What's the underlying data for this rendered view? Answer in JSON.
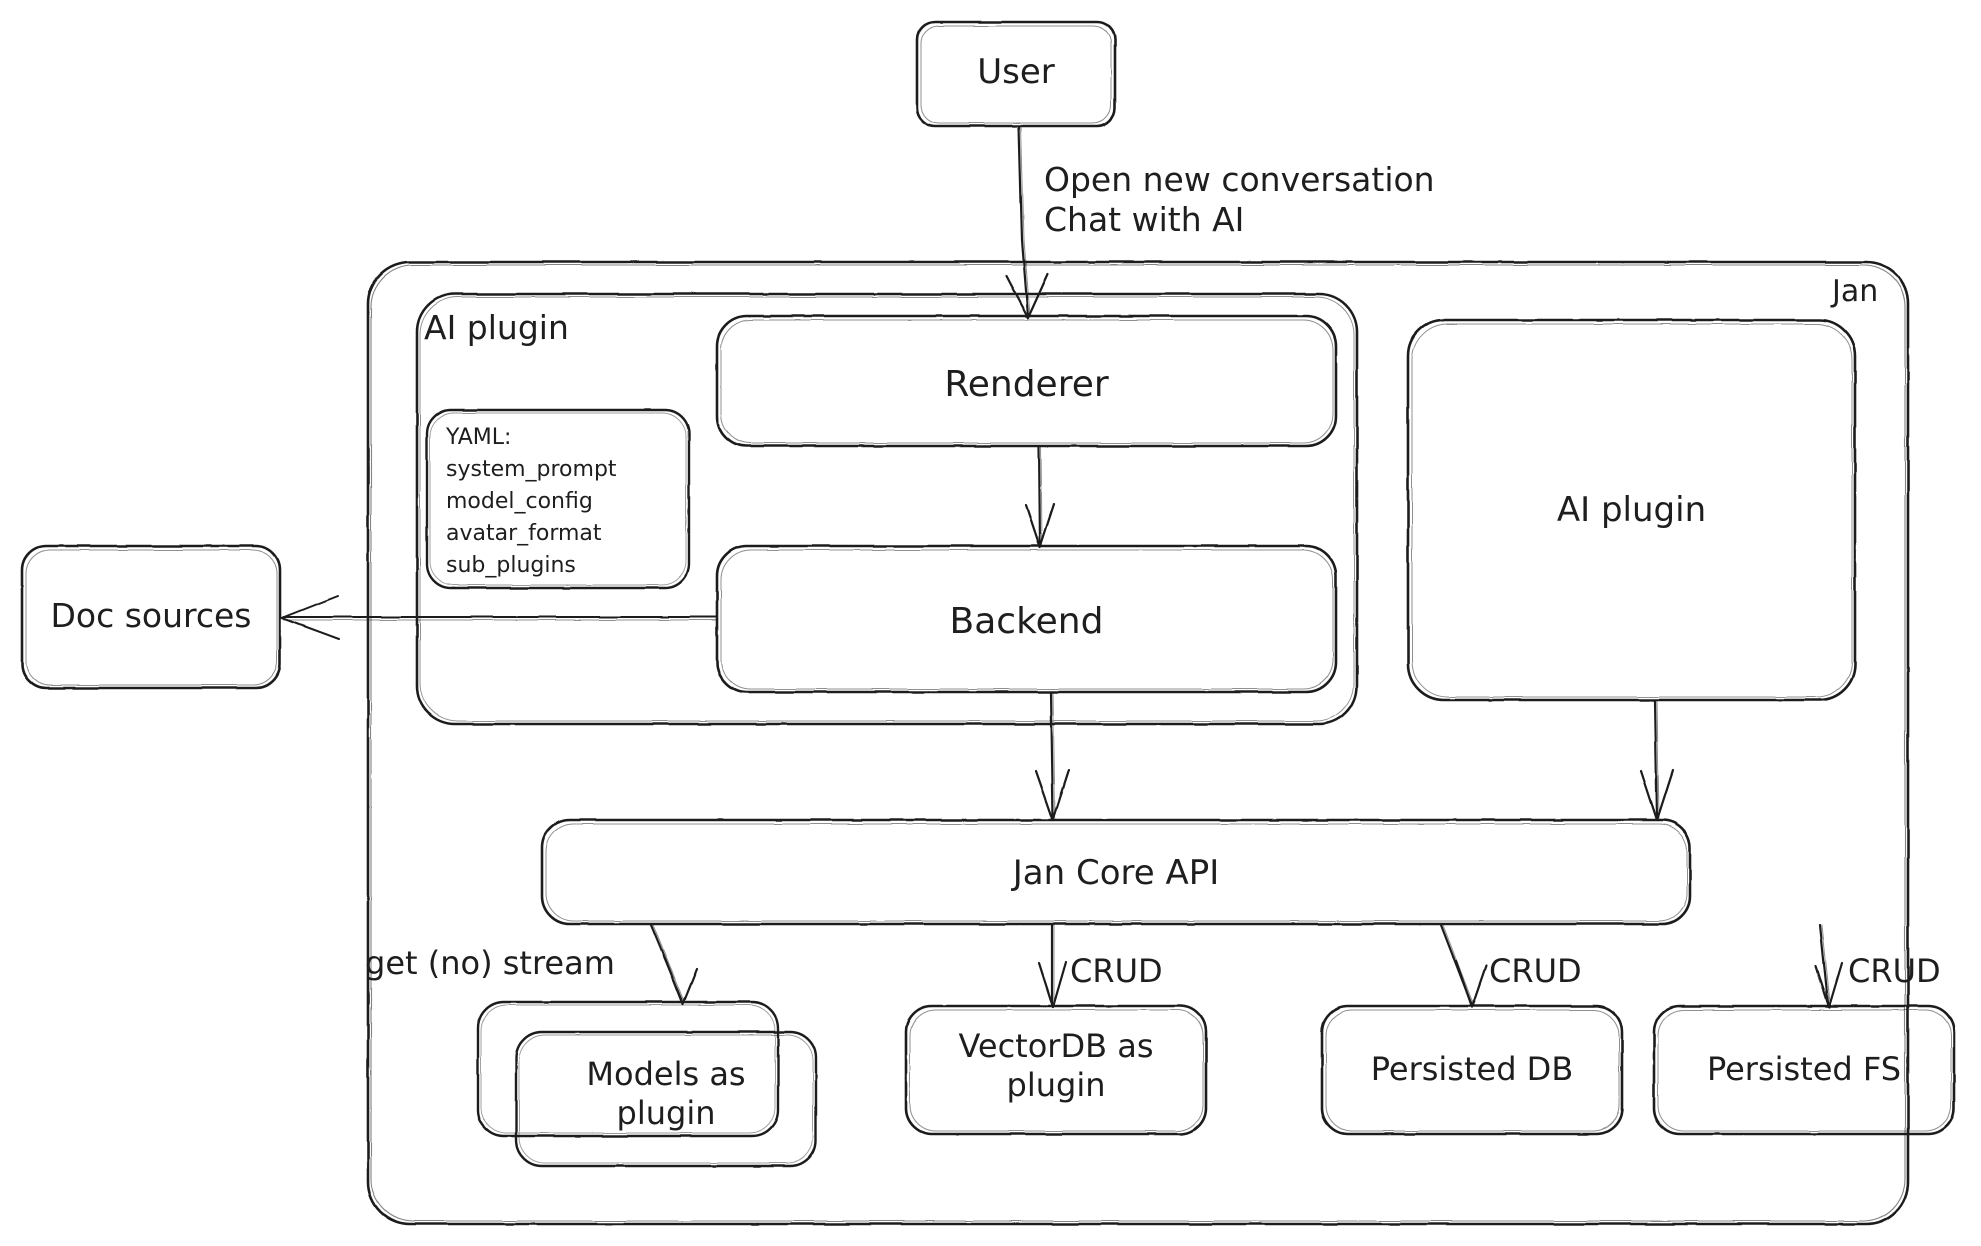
{
  "diagram": {
    "title": "Jan architecture diagram",
    "style": "hand-drawn sketch",
    "stroke_color": "#1e1e1e",
    "background_color": "#ffffff",
    "fill_color": "transparent"
  },
  "groups": [
    {
      "id": "jan",
      "label": "Jan",
      "label_position": "top-right"
    },
    {
      "id": "ai-plugin-group",
      "label": "AI plugin",
      "label_position": "top-left"
    }
  ],
  "nodes": [
    {
      "id": "user",
      "label": "User"
    },
    {
      "id": "renderer",
      "label": "Renderer"
    },
    {
      "id": "backend",
      "label": "Backend"
    },
    {
      "id": "yaml",
      "label": "YAML:\nsystem_prompt\nmodel_config\navatar_format\nsub_plugins"
    },
    {
      "id": "ai-plugin-box",
      "label": "AI plugin"
    },
    {
      "id": "doc-sources",
      "label": "Doc sources"
    },
    {
      "id": "jan-core-api",
      "label": "Jan Core API"
    },
    {
      "id": "models-as-plugin",
      "label": "Models as\nplugin"
    },
    {
      "id": "vectordb-as-plugin",
      "label": "VectorDB as\nplugin"
    },
    {
      "id": "persisted-db",
      "label": "Persisted DB"
    },
    {
      "id": "persisted-fs",
      "label": "Persisted FS"
    }
  ],
  "edges": [
    {
      "from": "user",
      "to": "renderer",
      "label": "Open new conversation\nChat with AI"
    },
    {
      "from": "renderer",
      "to": "backend",
      "label": ""
    },
    {
      "from": "backend",
      "to": "doc-sources",
      "label": ""
    },
    {
      "from": "backend",
      "to": "jan-core-api",
      "label": ""
    },
    {
      "from": "ai-plugin-box",
      "to": "jan-core-api",
      "label": ""
    },
    {
      "from": "jan-core-api",
      "to": "models-as-plugin",
      "label": "get (no) stream"
    },
    {
      "from": "jan-core-api",
      "to": "vectordb-as-plugin",
      "label": "CRUD"
    },
    {
      "from": "jan-core-api",
      "to": "persisted-db",
      "label": "CRUD"
    },
    {
      "from": "jan-core-api",
      "to": "persisted-fs",
      "label": "CRUD"
    }
  ],
  "labels": {
    "user": "User",
    "jan": "Jan",
    "ai_plugin_group": "AI plugin",
    "renderer": "Renderer",
    "backend": "Backend",
    "ai_plugin_box": "AI plugin",
    "doc_sources": "Doc sources",
    "jan_core_api": "Jan Core API",
    "models_as_plugin": "Models as\nplugin",
    "vectordb_as_plugin": "VectorDB as\nplugin",
    "persisted_db": "Persisted DB",
    "persisted_fs": "Persisted FS",
    "yaml_block": "YAML:\nsystem_prompt\nmodel_config\navatar_format\nsub_plugins",
    "edge_user_renderer": "Open new conversation\nChat with AI",
    "edge_get_no_stream": "get (no) stream",
    "edge_crud_1": "CRUD",
    "edge_crud_2": "CRUD",
    "edge_crud_3": "CRUD"
  }
}
